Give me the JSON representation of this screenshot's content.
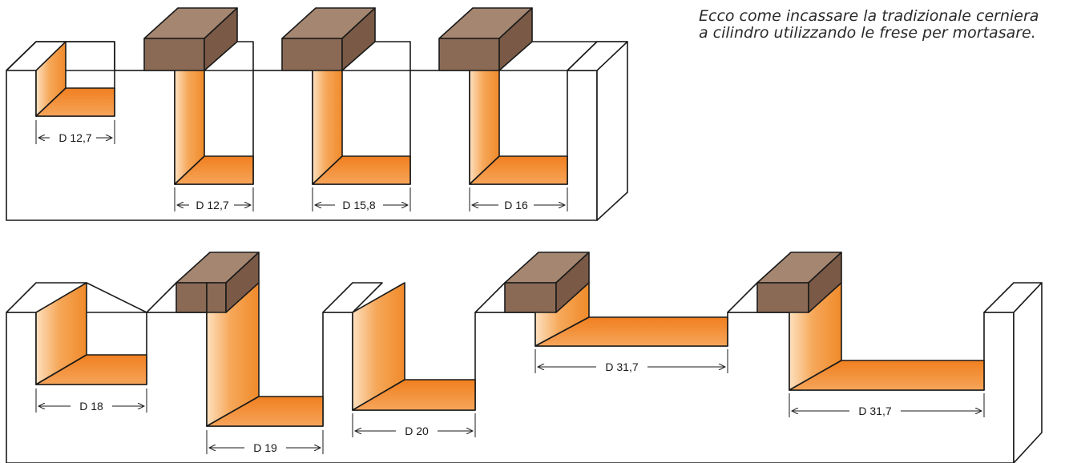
{
  "caption": "Ecco come incassare la tradizionale cerniera a cilindro utilizzando le frese per mortasare.",
  "colors": {
    "outline": "#1a1a1a",
    "cut_wall": "#f39a3c",
    "cut_floor": "#f08a2a",
    "hinge_dark": "#8a6a55",
    "hinge_light": "#a58670",
    "board": "#ffffff"
  },
  "top_row": {
    "slots": [
      {
        "label": "D 12,7",
        "has_hinge": false
      },
      {
        "label": "D 12,7",
        "has_hinge": true
      },
      {
        "label": "D 15,8",
        "has_hinge": true
      },
      {
        "label": "D 16",
        "has_hinge": true
      }
    ]
  },
  "bottom_row": {
    "slots": [
      {
        "label": "D 18",
        "has_hinge": false
      },
      {
        "label": "D 19",
        "has_hinge": true
      },
      {
        "label": "D 20",
        "has_hinge": false
      },
      {
        "label": "D 31,7",
        "has_hinge": true
      },
      {
        "label": "D 31,7",
        "has_hinge": true
      }
    ]
  }
}
